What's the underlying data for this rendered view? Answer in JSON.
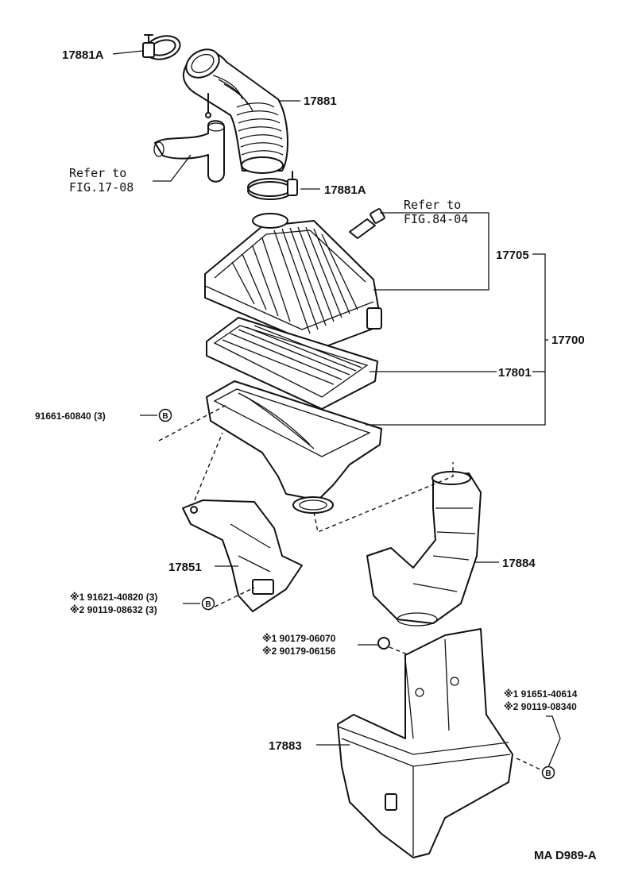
{
  "labels": {
    "clamp_top": "17881A",
    "hose": "17881",
    "clamp_bottom": "17881A",
    "refer_1a": "Refer to",
    "refer_1b": "FIG.17-08",
    "refer_2a": "Refer to",
    "refer_2b": "FIG.84-04",
    "cap": "17705",
    "assy": "17700",
    "element": "17801",
    "bolt_b1": "91661-60840 (3)",
    "bracket": "17851",
    "bolt_b2_1": "※1 91621-40820 (3)",
    "bolt_b2_2": "※2 90119-08632 (3)",
    "duct": "17884",
    "grommet_1": "※1 90179-06070",
    "grommet_2": "※2 90179-06156",
    "resonator": "17883",
    "bolt_b3_1": "※1 91651-40614",
    "bolt_b3_2": "※2 90119-08340",
    "figure_code": "MA D989-A",
    "badge": "B"
  }
}
